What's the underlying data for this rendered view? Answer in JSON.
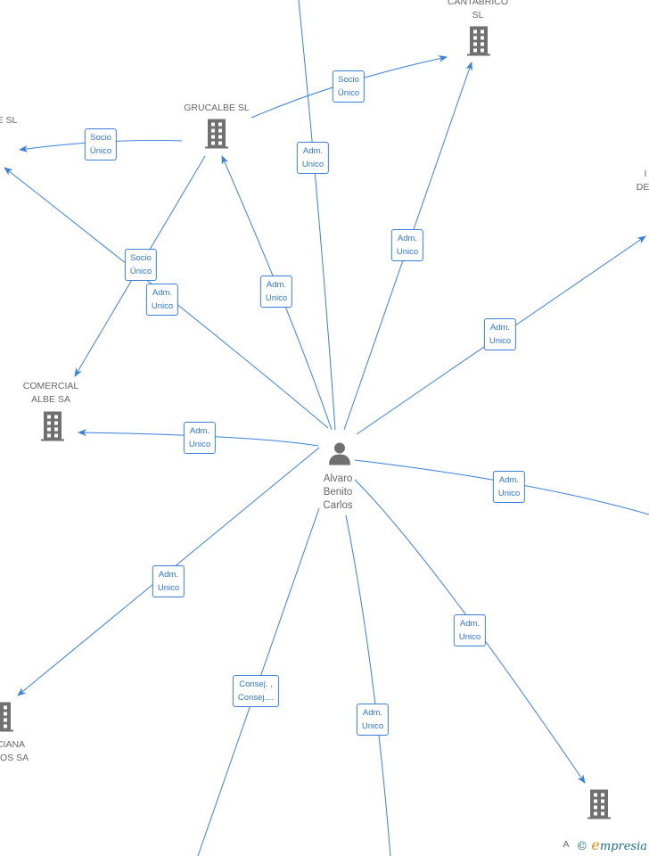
{
  "center": {
    "name_lines": [
      "Alvaro",
      "Benito",
      "Carlos"
    ],
    "icon": "person-icon"
  },
  "companies": [
    {
      "id": "cantabrico",
      "lines": [
        "CANTABRICO",
        "SL"
      ]
    },
    {
      "id": "grucalbe",
      "lines": [
        "GRUCALBE  SL"
      ]
    },
    {
      "id": "left-top",
      "lines": [
        "E  SL"
      ]
    },
    {
      "id": "comercial-albe",
      "lines": [
        "COMERCIAL",
        "ALBE SA"
      ]
    },
    {
      "id": "left-bottom",
      "lines": [
        "CIANA",
        "GOS SA"
      ]
    },
    {
      "id": "right-top",
      "lines": [
        "I",
        "DEL"
      ]
    },
    {
      "id": "bottom-right",
      "lines": [
        "A"
      ]
    }
  ],
  "relations": [
    {
      "lines": [
        "Adm.",
        "Unico"
      ]
    },
    {
      "lines": [
        "Adm.",
        "Unico"
      ]
    },
    {
      "lines": [
        "Adm.",
        "Unico"
      ]
    },
    {
      "lines": [
        "Adm.",
        "Unico"
      ]
    },
    {
      "lines": [
        "Adm.",
        "Unico"
      ]
    },
    {
      "lines": [
        "Adm.",
        "Unico"
      ]
    },
    {
      "lines": [
        "Adm.",
        "Unico"
      ]
    },
    {
      "lines": [
        "Consej. ,",
        "Consej...."
      ]
    },
    {
      "lines": [
        "Adm.",
        "Unico"
      ]
    },
    {
      "lines": [
        "Adm.",
        "Unico"
      ]
    },
    {
      "lines": [
        "Adm.",
        "Unico"
      ]
    },
    {
      "lines": [
        "Socio",
        "Único"
      ]
    },
    {
      "lines": [
        "Socio",
        "Único"
      ]
    },
    {
      "lines": [
        "Socio",
        "Único"
      ]
    }
  ],
  "watermark": {
    "copyright": "©",
    "brand_initial": "e",
    "brand_rest": "mpresia"
  },
  "colors": {
    "edge": "#3a7fdc",
    "icon": "#707070",
    "label": "#666666"
  }
}
